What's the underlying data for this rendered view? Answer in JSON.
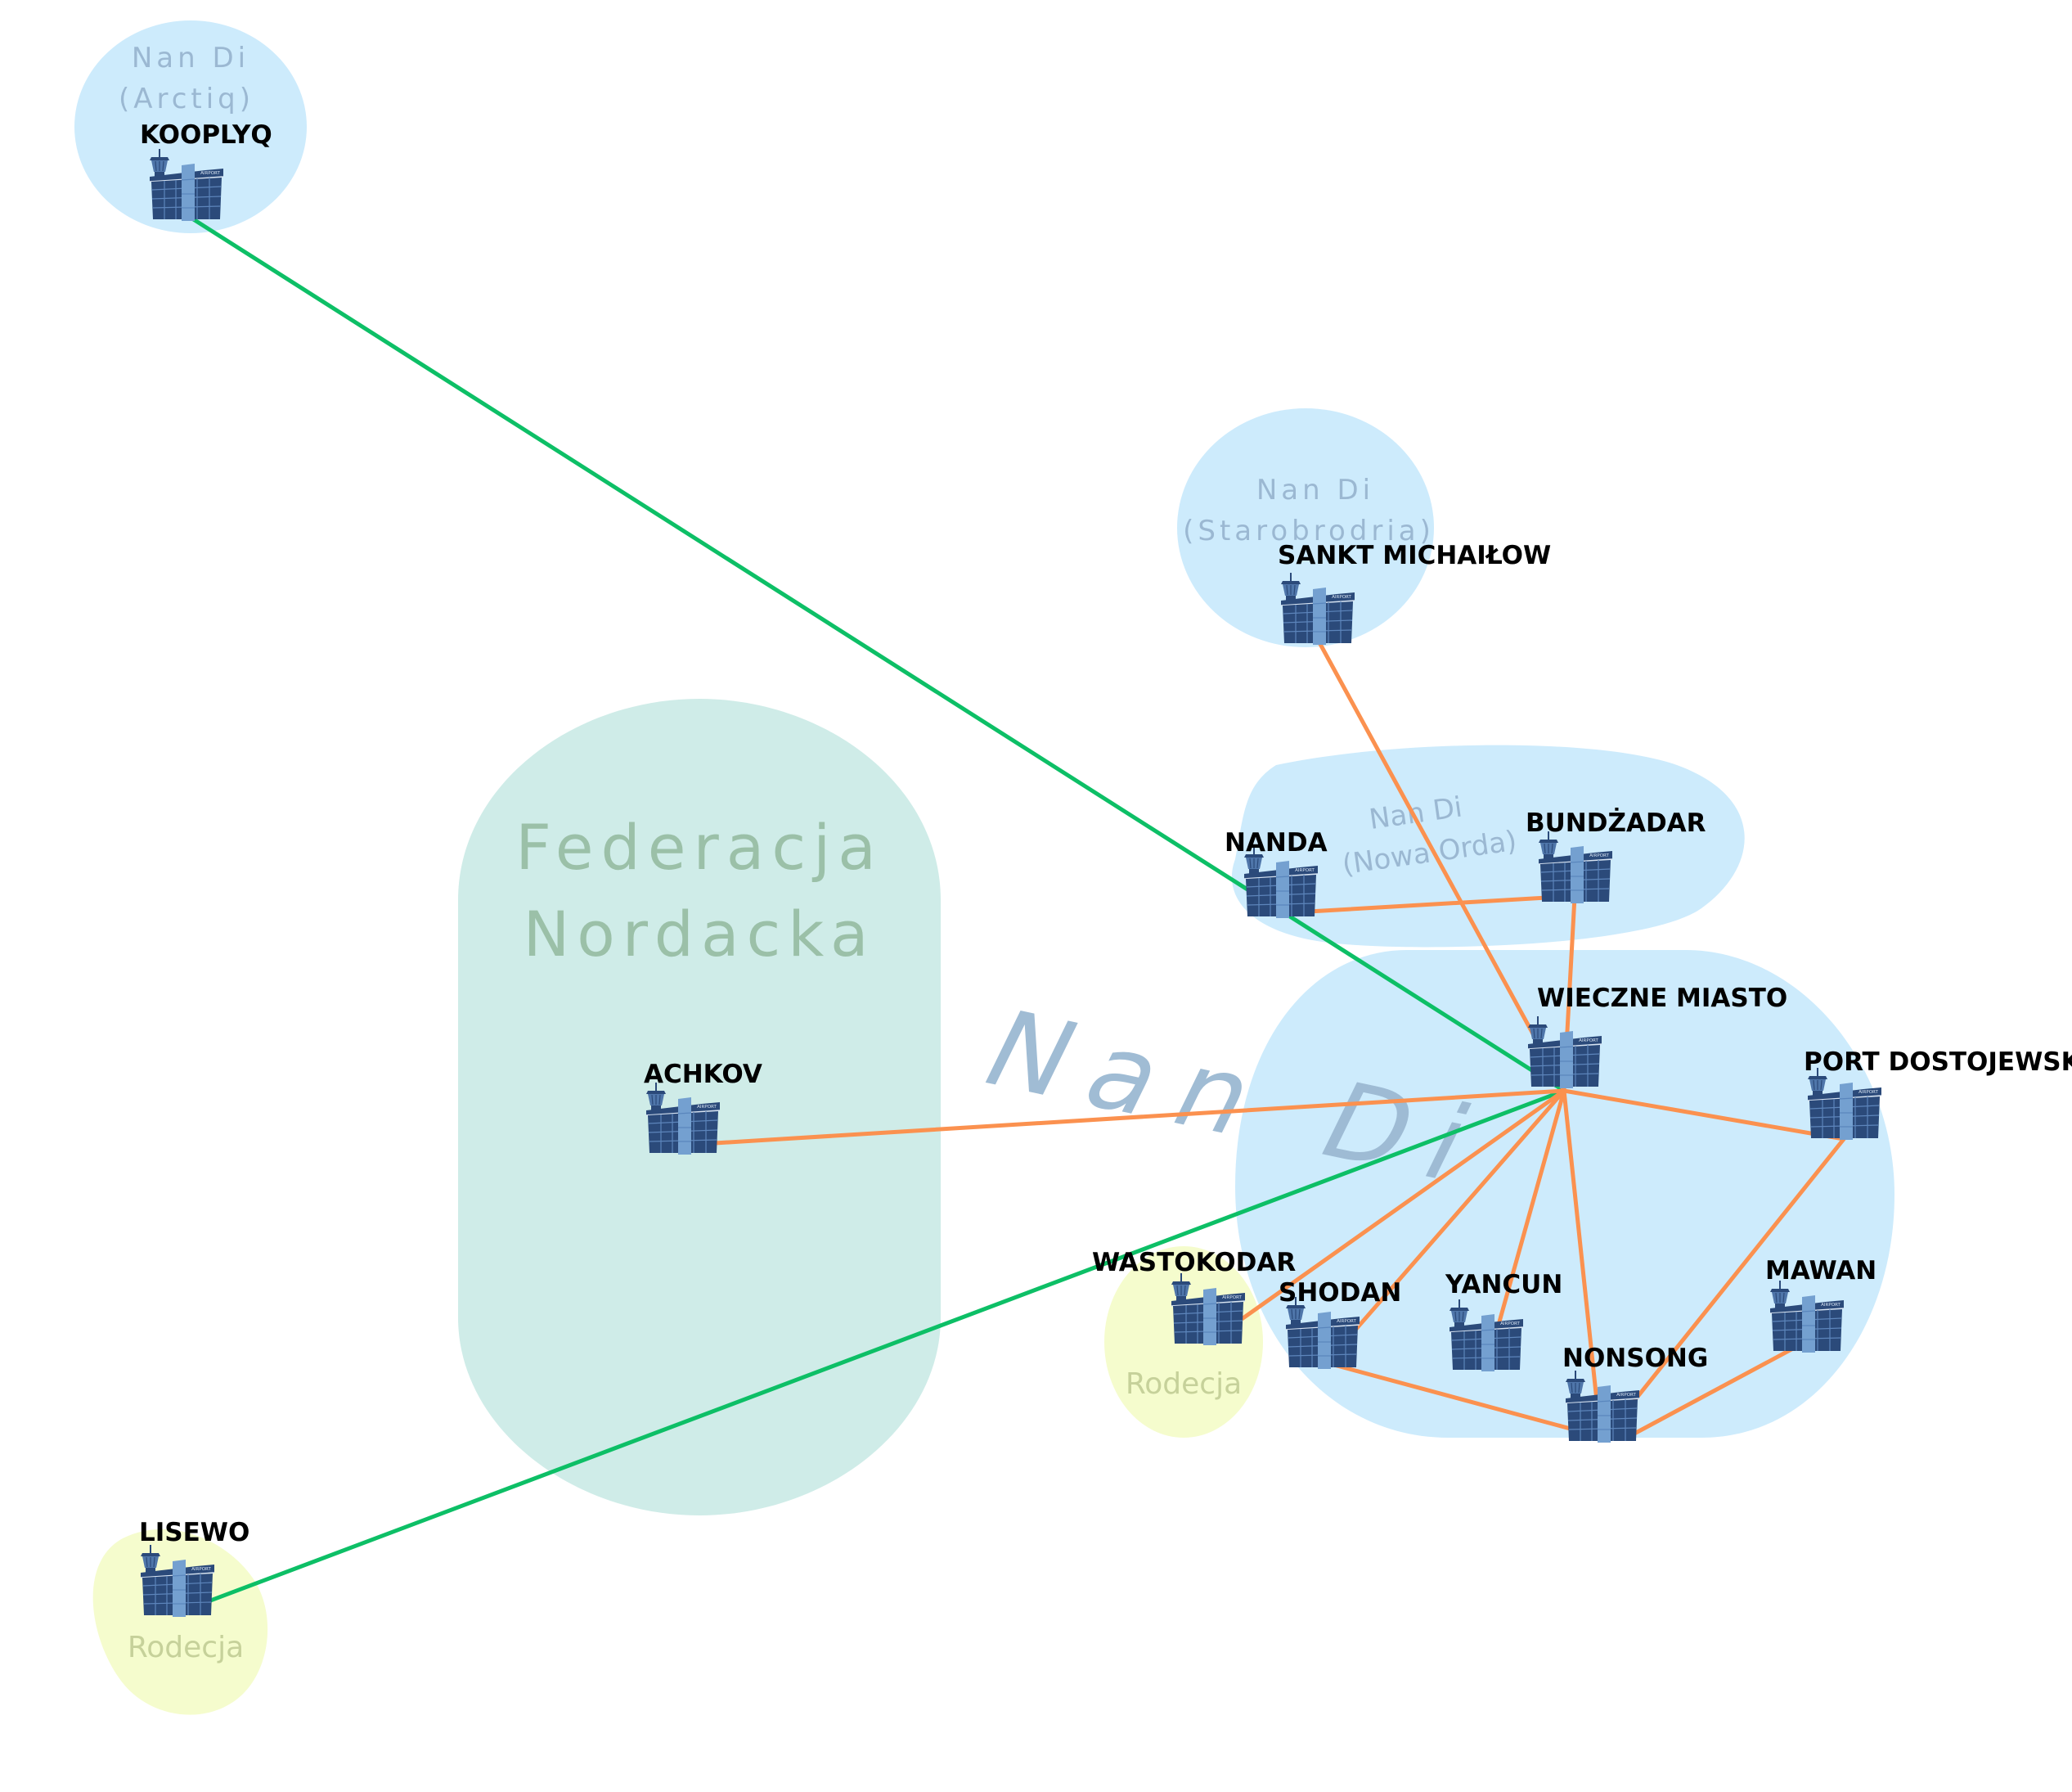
{
  "title": "Airline route network map",
  "colors": {
    "region_blue": "#cdebfc",
    "region_teal": "#cfece8",
    "region_yellow": "#f5fccd",
    "region_label_blue": "#9bb8d2",
    "region_label_teal": "#9bc0a8",
    "region_label_yellow": "#c6d19a",
    "route_domestic": "#fb914f",
    "route_international": "#0dbf66",
    "airport_dark": "#2b4a7a",
    "airport_light": "#74a0d0"
  },
  "regions": [
    {
      "id": "nan-di-arctiq",
      "label_lines": [
        "Nan Di",
        "(Arctiq)"
      ],
      "color": "blue"
    },
    {
      "id": "nan-di-starobrodria",
      "label_lines": [
        "Nan Di",
        "(Starobrodria)"
      ],
      "color": "blue"
    },
    {
      "id": "nan-di-nowa-orda",
      "label_lines": [
        "Nan Di",
        "(Nowa Orda)"
      ],
      "color": "blue"
    },
    {
      "id": "nan-di",
      "label_lines": [
        "Nan Di"
      ],
      "color": "blue"
    },
    {
      "id": "federacja-nordacka",
      "label_lines": [
        "Federacja",
        "Nordacka"
      ],
      "color": "teal"
    },
    {
      "id": "rodecja-east",
      "label_lines": [
        "Rodecja"
      ],
      "color": "yellow"
    },
    {
      "id": "rodecja-west",
      "label_lines": [
        "Rodecja"
      ],
      "color": "yellow"
    }
  ],
  "airports": [
    {
      "id": "kooplyq",
      "name": "KOOPLYQ"
    },
    {
      "id": "sankt-michailow",
      "name": "SANKT MICHAIŁOW"
    },
    {
      "id": "nanda",
      "name": "NANDA"
    },
    {
      "id": "bundzadar",
      "name": "BUNDŻADAR"
    },
    {
      "id": "wieczne-miasto",
      "name": "WIECZNE MIASTO"
    },
    {
      "id": "port-dostojewsk",
      "name": "PORT DOSTOJEWSK"
    },
    {
      "id": "achkov",
      "name": "ACHKOV"
    },
    {
      "id": "wastokodar",
      "name": "WASTOKODAR"
    },
    {
      "id": "shodan",
      "name": "SHODAN"
    },
    {
      "id": "yancun",
      "name": "YANCUN"
    },
    {
      "id": "mawan",
      "name": "MAWAN"
    },
    {
      "id": "nonsong",
      "name": "NONSONG"
    },
    {
      "id": "lisewo",
      "name": "LISEWO"
    }
  ],
  "icon_sign_text": "AIRPORT",
  "routes": [
    {
      "from": "kooplyq",
      "to": "wieczne-miasto",
      "type": "international"
    },
    {
      "from": "lisewo",
      "to": "wieczne-miasto",
      "type": "international"
    },
    {
      "from": "sankt-michailow",
      "to": "wieczne-miasto",
      "type": "domestic"
    },
    {
      "from": "nanda",
      "to": "bundzadar",
      "type": "domestic"
    },
    {
      "from": "bundzadar",
      "to": "wieczne-miasto",
      "type": "domestic"
    },
    {
      "from": "achkov",
      "to": "wieczne-miasto",
      "type": "domestic"
    },
    {
      "from": "wieczne-miasto",
      "to": "port-dostojewsk",
      "type": "domestic"
    },
    {
      "from": "wieczne-miasto",
      "to": "wastokodar",
      "type": "domestic"
    },
    {
      "from": "wieczne-miasto",
      "to": "shodan",
      "type": "domestic"
    },
    {
      "from": "wieczne-miasto",
      "to": "yancun",
      "type": "domestic"
    },
    {
      "from": "wieczne-miasto",
      "to": "nonsong",
      "type": "domestic"
    },
    {
      "from": "port-dostojewsk",
      "to": "nonsong",
      "type": "domestic"
    },
    {
      "from": "shodan",
      "to": "nonsong",
      "type": "domestic"
    },
    {
      "from": "mawan",
      "to": "nonsong",
      "type": "domestic"
    }
  ]
}
